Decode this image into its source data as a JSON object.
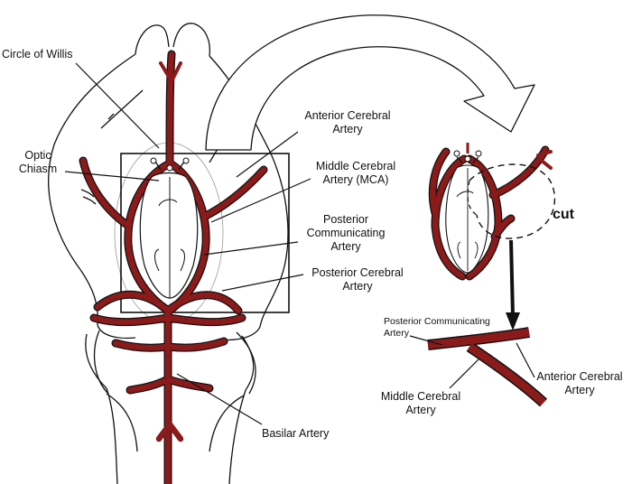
{
  "labels": {
    "circle_of_willis": "Circle of Willis",
    "optic_chiasm": [
      "Optic",
      "Chiasm"
    ],
    "anterior_cerebral": [
      "Anterior Cerebral",
      "Artery"
    ],
    "middle_cerebral_mca": [
      "Middle Cerebral",
      "Artery (MCA)"
    ],
    "posterior_communicating": [
      "Posterior",
      "Communicating",
      "Artery"
    ],
    "posterior_cerebral": [
      "Posterior Cerebral",
      "Artery"
    ],
    "basilar": "Basilar Artery",
    "cut": "cut",
    "detail_posterior_communicating": [
      "Posterior Communicating",
      "Artery"
    ],
    "detail_anterior_cerebral": [
      "Anterior Cerebral",
      "Artery"
    ],
    "detail_middle_cerebral": [
      "Middle Cerebral",
      "Artery"
    ]
  },
  "colors": {
    "artery": "#8b1a1a",
    "outline": "#111111",
    "background": "#ffffff"
  }
}
